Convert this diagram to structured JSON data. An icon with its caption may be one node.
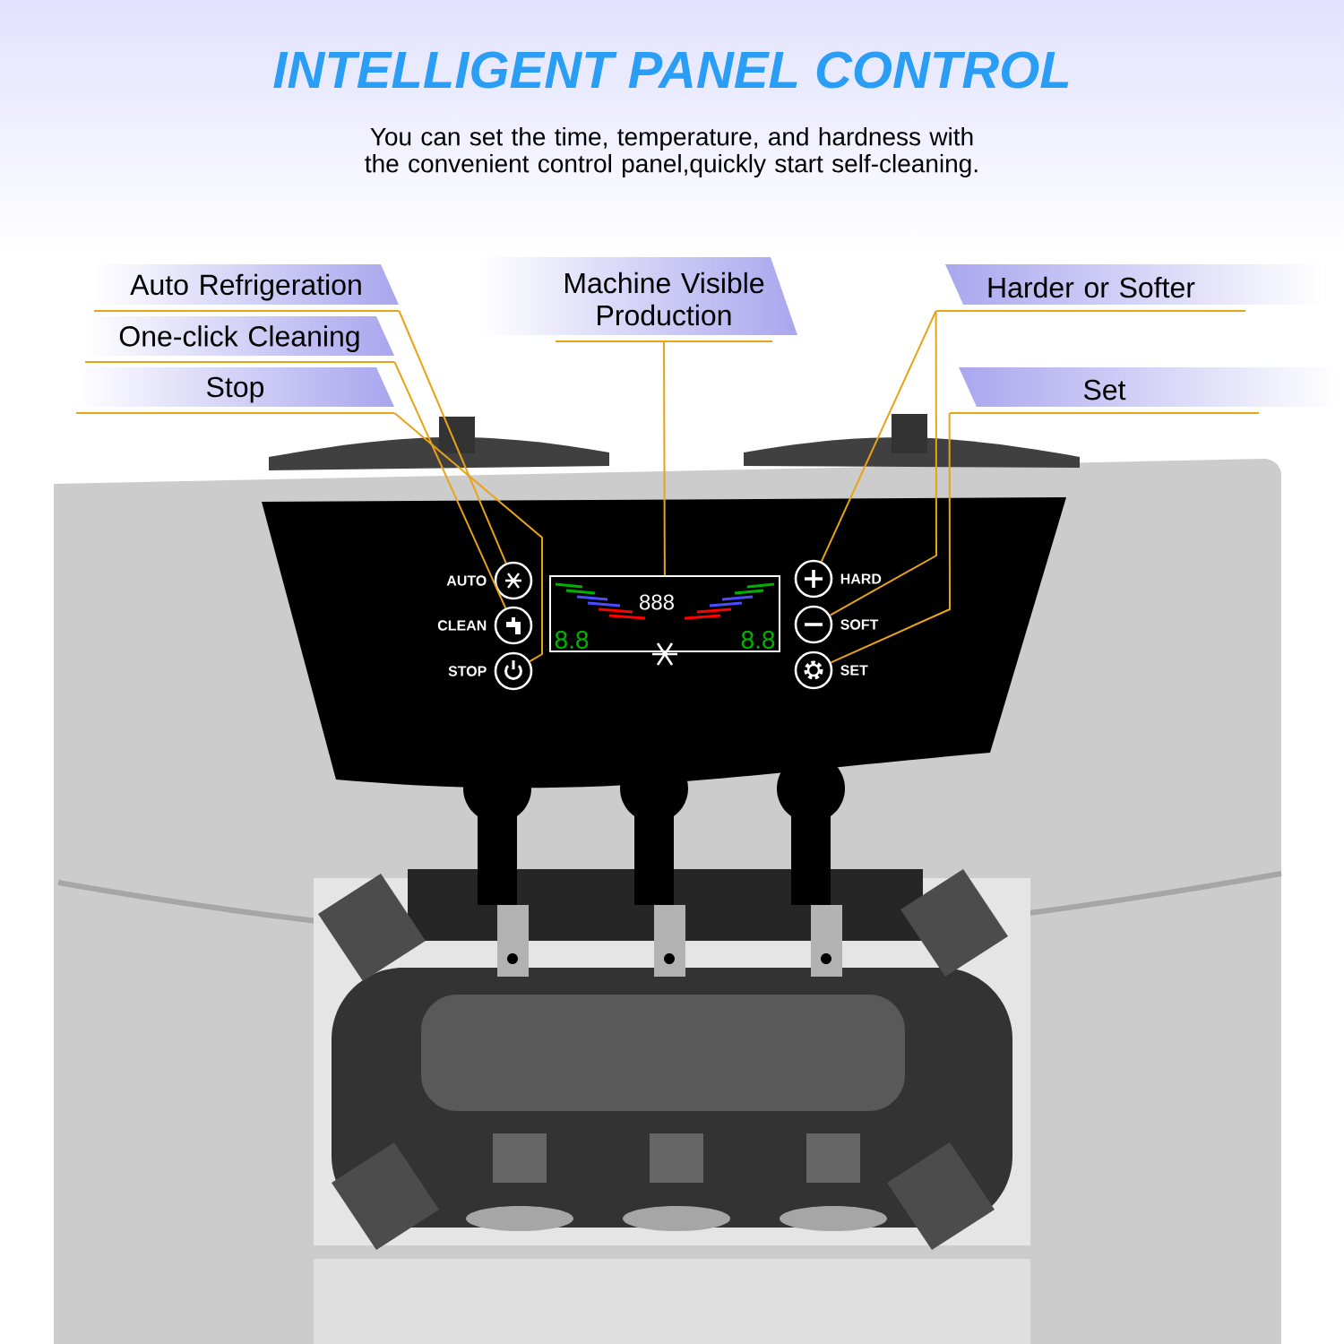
{
  "diagram": {
    "title": "INTELLIGENT PANEL CONTROL",
    "caption": "You can set the time, temperature, and hardness with the convenient control panel,quickly start self-cleaning.",
    "nodes": [
      {
        "text": [
          "Auto Refrigeration"
        ]
      },
      {
        "text": [
          "One-click Cleaning"
        ]
      },
      {
        "text": [
          "Stop"
        ]
      },
      {
        "text": [
          "Machine Visible Production"
        ]
      },
      {
        "text": [
          "Harder or Softer"
        ]
      },
      {
        "text": [
          "Set"
        ]
      },
      {
        "text": [
          "AUTO"
        ]
      },
      {
        "text": [
          "CLEAN"
        ]
      },
      {
        "text": [
          "STOP"
        ]
      },
      {
        "text": [
          "HARD"
        ]
      },
      {
        "text": [
          "SOFT"
        ]
      },
      {
        "text": [
          "SET"
        ]
      },
      {
        "text": [
          "888",
          "8.8",
          "8.8"
        ]
      }
    ],
    "edges": [
      {
        "from": 0,
        "to": 6,
        "arrow": "none"
      },
      {
        "from": 1,
        "to": 7,
        "arrow": "none"
      },
      {
        "from": 2,
        "to": 8,
        "arrow": "none"
      },
      {
        "from": 3,
        "to": 12,
        "arrow": "none"
      },
      {
        "from": 4,
        "to": 9,
        "arrow": "none"
      },
      {
        "from": 4,
        "to": 10,
        "arrow": "none"
      },
      {
        "from": 5,
        "to": 11,
        "arrow": "none"
      }
    ]
  }
}
